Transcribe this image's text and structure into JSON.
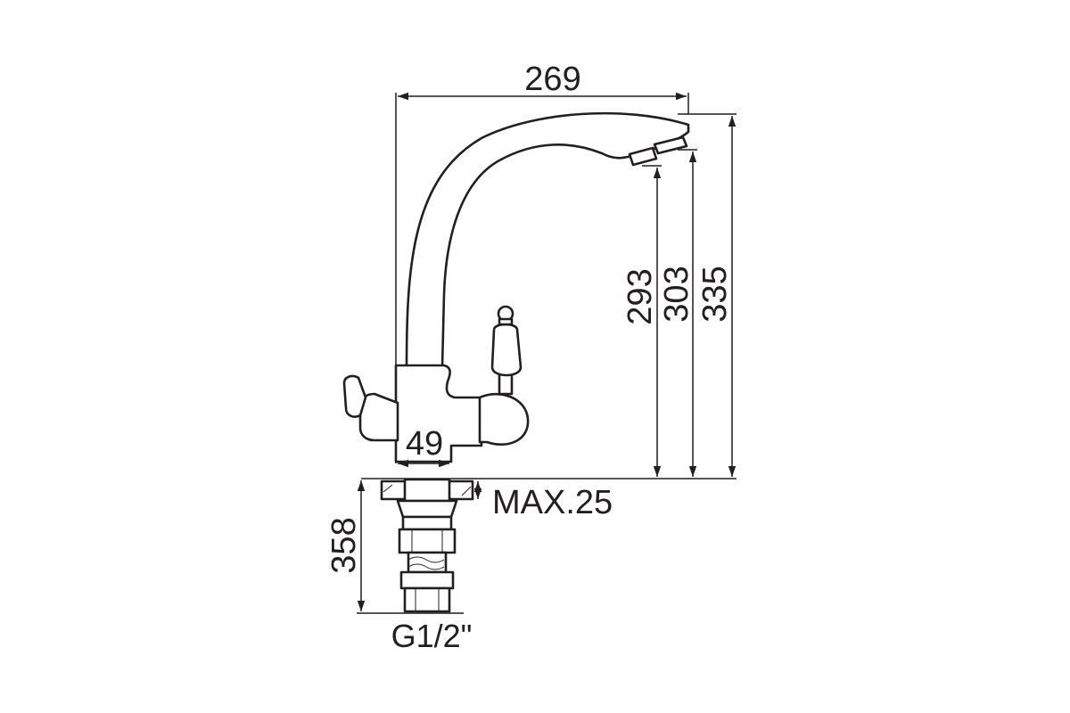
{
  "dimensions": {
    "width_top": "269",
    "height_a": "293",
    "height_b": "303",
    "height_c": "335",
    "base_width": "49",
    "max_thickness": "MAX.25",
    "hose_length": "358",
    "thread": "G1/2\""
  },
  "colors": {
    "line": "#231f20",
    "background": "#ffffff"
  }
}
